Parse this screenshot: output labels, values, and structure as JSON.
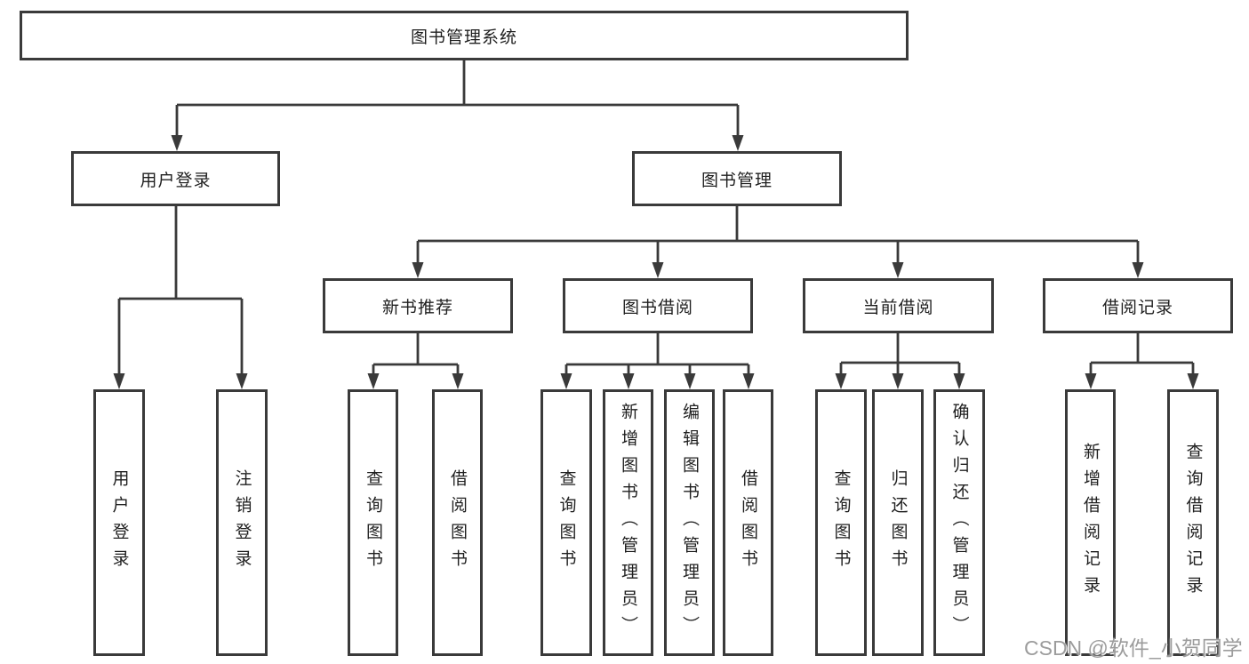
{
  "diagram": {
    "watermark": "CSDN @软件_小贺同学",
    "colors": {
      "line": "#3a3a3a",
      "border": "#3a3a3a",
      "text": "#1f1f1f",
      "background": "#ffffff",
      "watermark": "#9c9c9c"
    }
  },
  "tree": {
    "root": {
      "label": "图书管理系统"
    },
    "branches": [
      {
        "label": "用户登录",
        "children": [
          {
            "label": "用户登录"
          },
          {
            "label": "注销登录"
          }
        ]
      },
      {
        "label": "图书管理",
        "children": [
          {
            "label": "新书推荐",
            "children": [
              {
                "label": "查询图书"
              },
              {
                "label": "借阅图书"
              }
            ]
          },
          {
            "label": "图书借阅",
            "children": [
              {
                "label": "查询图书"
              },
              {
                "label": "新增图书（管理员）"
              },
              {
                "label": "编辑图书（管理员）"
              },
              {
                "label": "借阅图书"
              }
            ]
          },
          {
            "label": "当前借阅",
            "children": [
              {
                "label": "查询图书"
              },
              {
                "label": "归还图书"
              },
              {
                "label": "确认归还（管理员）"
              }
            ]
          },
          {
            "label": "借阅记录",
            "children": [
              {
                "label": "新增借阅记录"
              },
              {
                "label": "查询借阅记录"
              }
            ]
          }
        ]
      }
    ]
  }
}
